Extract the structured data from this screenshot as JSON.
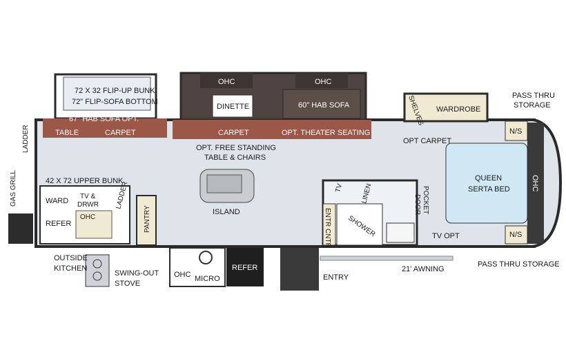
{
  "colors": {
    "floor": "#dfe3ea",
    "wall": "#2a2a2a",
    "carpet": "#9b5748",
    "slide_dark": "#5a4a44",
    "bed": "#cfe8f4",
    "cabinet": "#f1ead3"
  },
  "labels": {
    "bunk_top_line1": "72 X 32 FLIP-UP BUNK",
    "bunk_top_line2": "72\" FLIP-SOFA BOTTOM",
    "hab_sofa_opt": "67\" HAB SOFA OPT.",
    "table": "TABLE",
    "carpet_left": "CARPET",
    "ohc_dinette": "OHC",
    "dinette": "DINETTE",
    "ohc_sofa": "OHC",
    "hab_sofa_60": "60\" HAB SOFA",
    "carpet_mid": "CARPET",
    "theater": "OPT. THEATER SEATING",
    "free_standing_1": "OPT. FREE STANDING",
    "free_standing_2": "TABLE & CHAIRS",
    "island": "ISLAND",
    "upper_bunk": "42 X 72 UPPER BUNK",
    "ward": "WARD",
    "tv_drwr_1": "TV &",
    "tv_drwr_2": "DRWR",
    "ladder_inside": "LADDER",
    "ohc_kitchen": "OHC",
    "refer_left": "REFER",
    "pantry": "PANTRY",
    "ladder_outside": "LADDER",
    "gas_grill": "GAS GRILL",
    "outside_kitchen_1": "OUTSIDE",
    "outside_kitchen_2": "KITCHEN",
    "swing_out_1": "SWING-OUT",
    "swing_out_2": "STOVE",
    "ohc_bottom": "OHC",
    "micro": "MICRO",
    "refer_bottom": "REFER",
    "entry": "ENTRY",
    "awning": "21' AWNING",
    "tv_bath": "TV",
    "linen": "LINEN",
    "entr_cntr": "ENTR CNTR",
    "shower": "SHOWER",
    "pocket_1": "POCKET",
    "pocket_2": "DOOR",
    "tv_opt": "TV OPT",
    "opt_carpet": "OPT CARPET",
    "shelves": "SHELVES",
    "wardrobe": "WARDROBE",
    "pass_thru_top_1": "PASS THRU",
    "pass_thru_top_2": "STORAGE",
    "ns_top": "N/S",
    "queen_1": "QUEEN",
    "queen_2": "SERTA BED",
    "ohc_bed": "OHC",
    "ns_bottom": "N/S",
    "pass_thru_bottom": "PASS THRU STORAGE"
  }
}
